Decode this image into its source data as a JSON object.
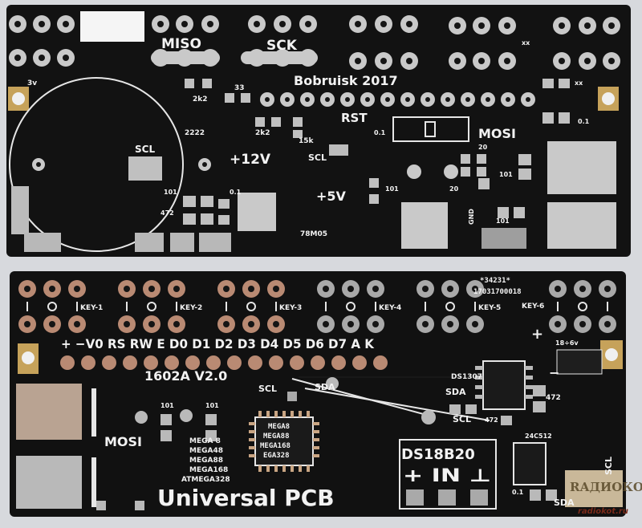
{
  "top_board": {
    "labels": {
      "miso": "MISO",
      "sck": "SCK",
      "bobruisk": "Bobruisk 2017",
      "rst": "RST",
      "mosi": "MOSI",
      "scl_left": "SCL",
      "scl_mid": "SCL",
      "plus12v": "+12V",
      "plus5v": "+5V",
      "v3": "3v",
      "r2k2_a": "2k2",
      "r2k2_b": "2k2",
      "r33": "33",
      "r2222": "2222",
      "r15k": "15k",
      "c01_a": "0.1",
      "c01_b": "0.1",
      "c01_c": "0.1",
      "r101_a": "101",
      "r101_b": "101",
      "r101_c": "101",
      "r101_d": "101",
      "r472": "472",
      "r20_a": "20",
      "r20_b": "20",
      "gnd": "GND",
      "lm7805": "78M05",
      "xx_a": "xx",
      "xx_b": "xx"
    }
  },
  "bottom_board": {
    "labels": {
      "keys": [
        "KEY-1",
        "KEY-2",
        "KEY-3",
        "KEY-4",
        "KEY-5",
        "KEY-6"
      ],
      "lcd_pins": "+ −V0 RS RW E D0 D1 D2 D3 D4 D5 D6 D7 A K",
      "serial_a": "*34231*",
      "serial_b": "17031700018",
      "model": "1602A V2.0",
      "scl_a": "SCL",
      "scl_b": "SCL",
      "scl_side": "SCL",
      "sda_a": "SDA",
      "sda_b": "SDA",
      "sda_c": "SDA",
      "ds1307": "DS1307",
      "ds18b20": "DS18B20",
      "ds_pins": "+ IN ⊥",
      "r472_a": "472",
      "r472_b": "472",
      "mosi": "MOSI",
      "r101_a": "101",
      "r101_b": "101",
      "chip_text": [
        "MEGA8",
        "MEGA88",
        "MEGA168",
        "EGA328"
      ],
      "mega_list": [
        "MEGA 8",
        "MEGA48",
        "MEGA88",
        "MEGA168",
        "ATMEGA328"
      ],
      "universal": "Universal PCB",
      "eeprom": "24C512",
      "range": "18÷6v",
      "c01": "0.1",
      "plus": "+",
      "minus": "−"
    }
  },
  "watermark": {
    "logo": "RАДИОКОТ",
    "url": "radiokot.ru"
  }
}
